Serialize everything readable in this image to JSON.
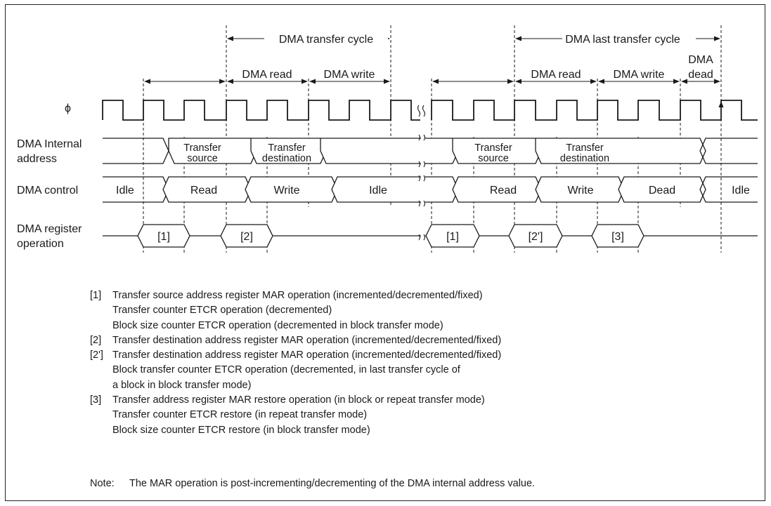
{
  "signals": {
    "phi": "ϕ",
    "internal_address_line1": "DMA Internal",
    "internal_address_line2": "address",
    "control": "DMA control",
    "register_line1": "DMA register",
    "register_line2": "operation"
  },
  "cycle_labels": {
    "transfer_cycle": "DMA transfer cycle",
    "last_transfer_cycle": "DMA last transfer cycle",
    "read": "DMA read",
    "write": "DMA write",
    "dead_line1": "DMA",
    "dead_line2": "dead"
  },
  "address_segments": {
    "source_line1": "Transfer",
    "source_line2": "source",
    "dest_line1": "Transfer",
    "dest_line2": "destination"
  },
  "control_states": {
    "idle": "Idle",
    "read": "Read",
    "write": "Write",
    "dead": "Dead"
  },
  "register_ops": [
    "[1]",
    "[2]",
    "[1]",
    "[2']",
    "[3]"
  ],
  "legend": [
    {
      "tag": "[1]",
      "lines": [
        "Transfer source address register MAR operation (incremented/decremented/fixed)",
        "Transfer counter ETCR operation (decremented)",
        "Block size counter ETCR operation (decremented in block transfer mode)"
      ]
    },
    {
      "tag": "[2]",
      "lines": [
        "Transfer destination address register MAR operation (incremented/decremented/fixed)"
      ]
    },
    {
      "tag": "[2']",
      "lines": [
        "Transfer destination address register MAR operation (incremented/decremented/fixed)",
        "Block transfer counter ETCR operation (decremented, in last transfer cycle of",
        "a block in block transfer mode)"
      ]
    },
    {
      "tag": "[3]",
      "lines": [
        "Transfer address register MAR restore operation (in block or repeat transfer mode)",
        "Transfer counter ETCR restore (in repeat transfer mode)",
        "Block size counter ETCR restore (in block transfer mode)"
      ]
    }
  ],
  "note": {
    "tag": "Note:",
    "text": "The MAR operation is post-incrementing/decrementing of the DMA internal address value."
  }
}
